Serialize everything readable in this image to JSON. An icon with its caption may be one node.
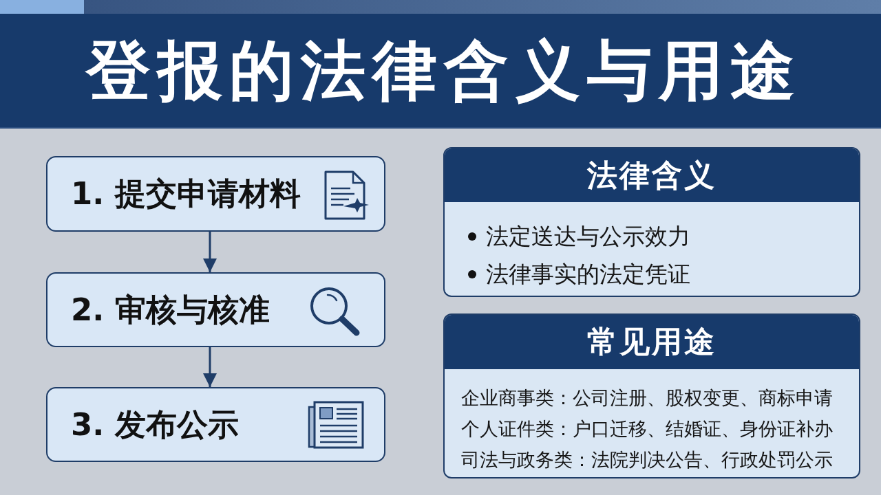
{
  "diagram": {
    "title": "登报的法律含义与用途",
    "nodes": [
      {
        "text": [
          "1. 提交申请材料"
        ]
      },
      {
        "text": [
          "2. 审核与核准"
        ]
      },
      {
        "text": [
          "3. 发布公示"
        ]
      },
      {
        "text": [
          "法律含义",
          "法定送达与公示效力",
          "法律事实的法定凭证"
        ]
      },
      {
        "text": [
          "常见用途",
          "企业商事类：公司注册、股权变更、商标申请",
          "个人证件类：户口迁移、结婚证、身份证补办",
          "司法与政务类：法院判决公告、行政处罚公示"
        ]
      }
    ],
    "edges": [
      {
        "from": 0,
        "to": 1,
        "arrow": "to"
      },
      {
        "from": 1,
        "to": 2,
        "arrow": "to"
      }
    ]
  }
}
